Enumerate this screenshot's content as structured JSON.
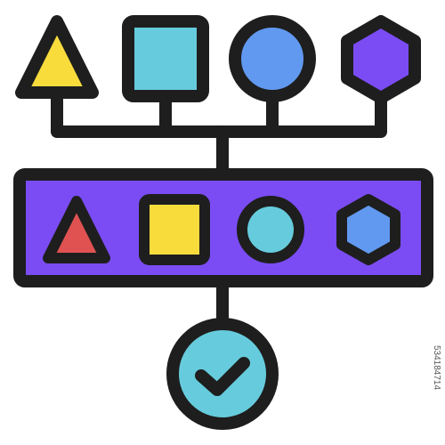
{
  "colors": {
    "outline": "#1e1e1e",
    "background": "#ffffff",
    "yellow": "#f8dc3c",
    "cyan": "#66ccdd",
    "blue": "#6199f0",
    "purple": "#7b4cf4",
    "red": "#e05252"
  },
  "top_shapes": [
    {
      "shape": "triangle",
      "fill": "#f8dc3c"
    },
    {
      "shape": "square",
      "fill": "#66ccdd"
    },
    {
      "shape": "circle",
      "fill": "#6199f0"
    },
    {
      "shape": "hexagon",
      "fill": "#7b4cf4"
    }
  ],
  "panel": {
    "fill": "#7b4cf4",
    "shapes": [
      {
        "shape": "triangle",
        "fill": "#e05252"
      },
      {
        "shape": "square",
        "fill": "#f8dc3c"
      },
      {
        "shape": "circle",
        "fill": "#66ccdd"
      },
      {
        "shape": "hexagon",
        "fill": "#6199f0"
      }
    ]
  },
  "result": {
    "fill": "#66ccdd",
    "icon": "checkmark-icon"
  },
  "watermark": {
    "stock_id": "534184714"
  }
}
